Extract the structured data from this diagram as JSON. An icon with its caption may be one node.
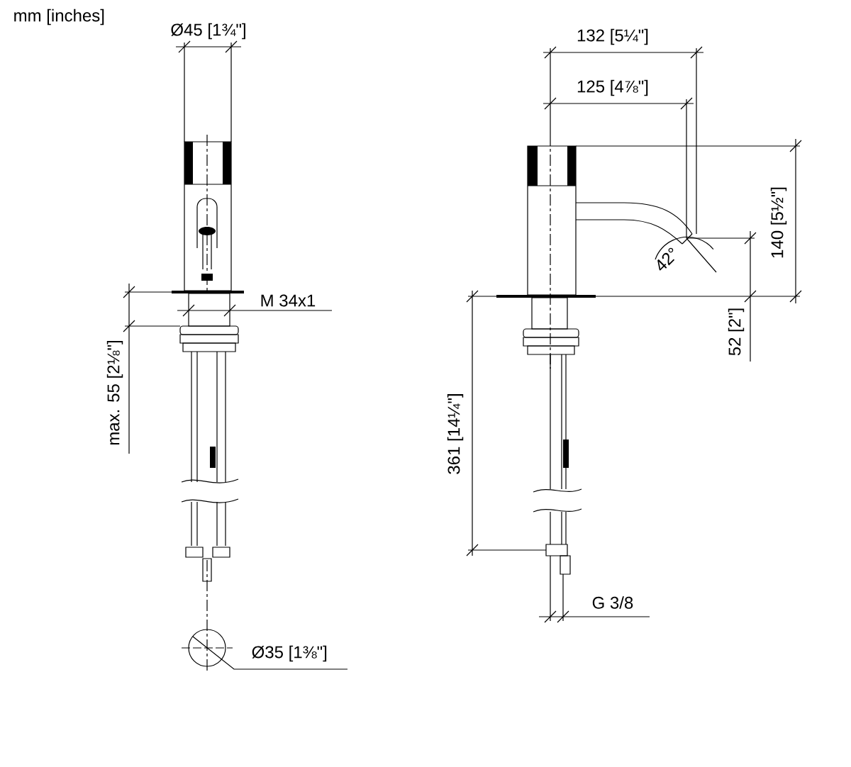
{
  "diagram": {
    "labels": [
      "mm [inches]",
      "Ø45 [1¾\"]",
      "132 [5¼\"]",
      "125 [4⅞\"]",
      "140 [5½\"]",
      "42°",
      "M 34x1",
      "52 [2\"]",
      "max. 55 [2⅛\"]",
      "361 [14¼\"]",
      "G 3/8",
      "Ø35 [1⅜\"]"
    ]
  }
}
